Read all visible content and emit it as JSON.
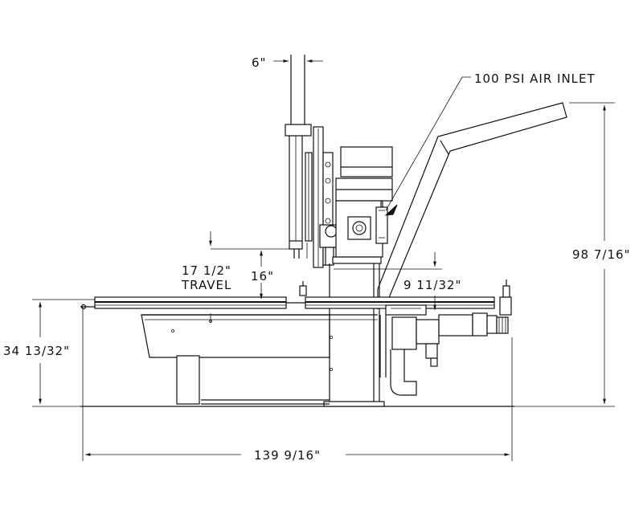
{
  "labels": {
    "width_6": "6\"",
    "air_inlet": "100 PSI AIR INLET",
    "height_total": "98 7/16\"",
    "travel_value": "17 1/2\"",
    "travel_word": "TRAVEL",
    "stroke_16": "16\"",
    "offset_9": "9 11/32\"",
    "table_height": "34 13/32\"",
    "overall_length": "139 9/16\""
  }
}
